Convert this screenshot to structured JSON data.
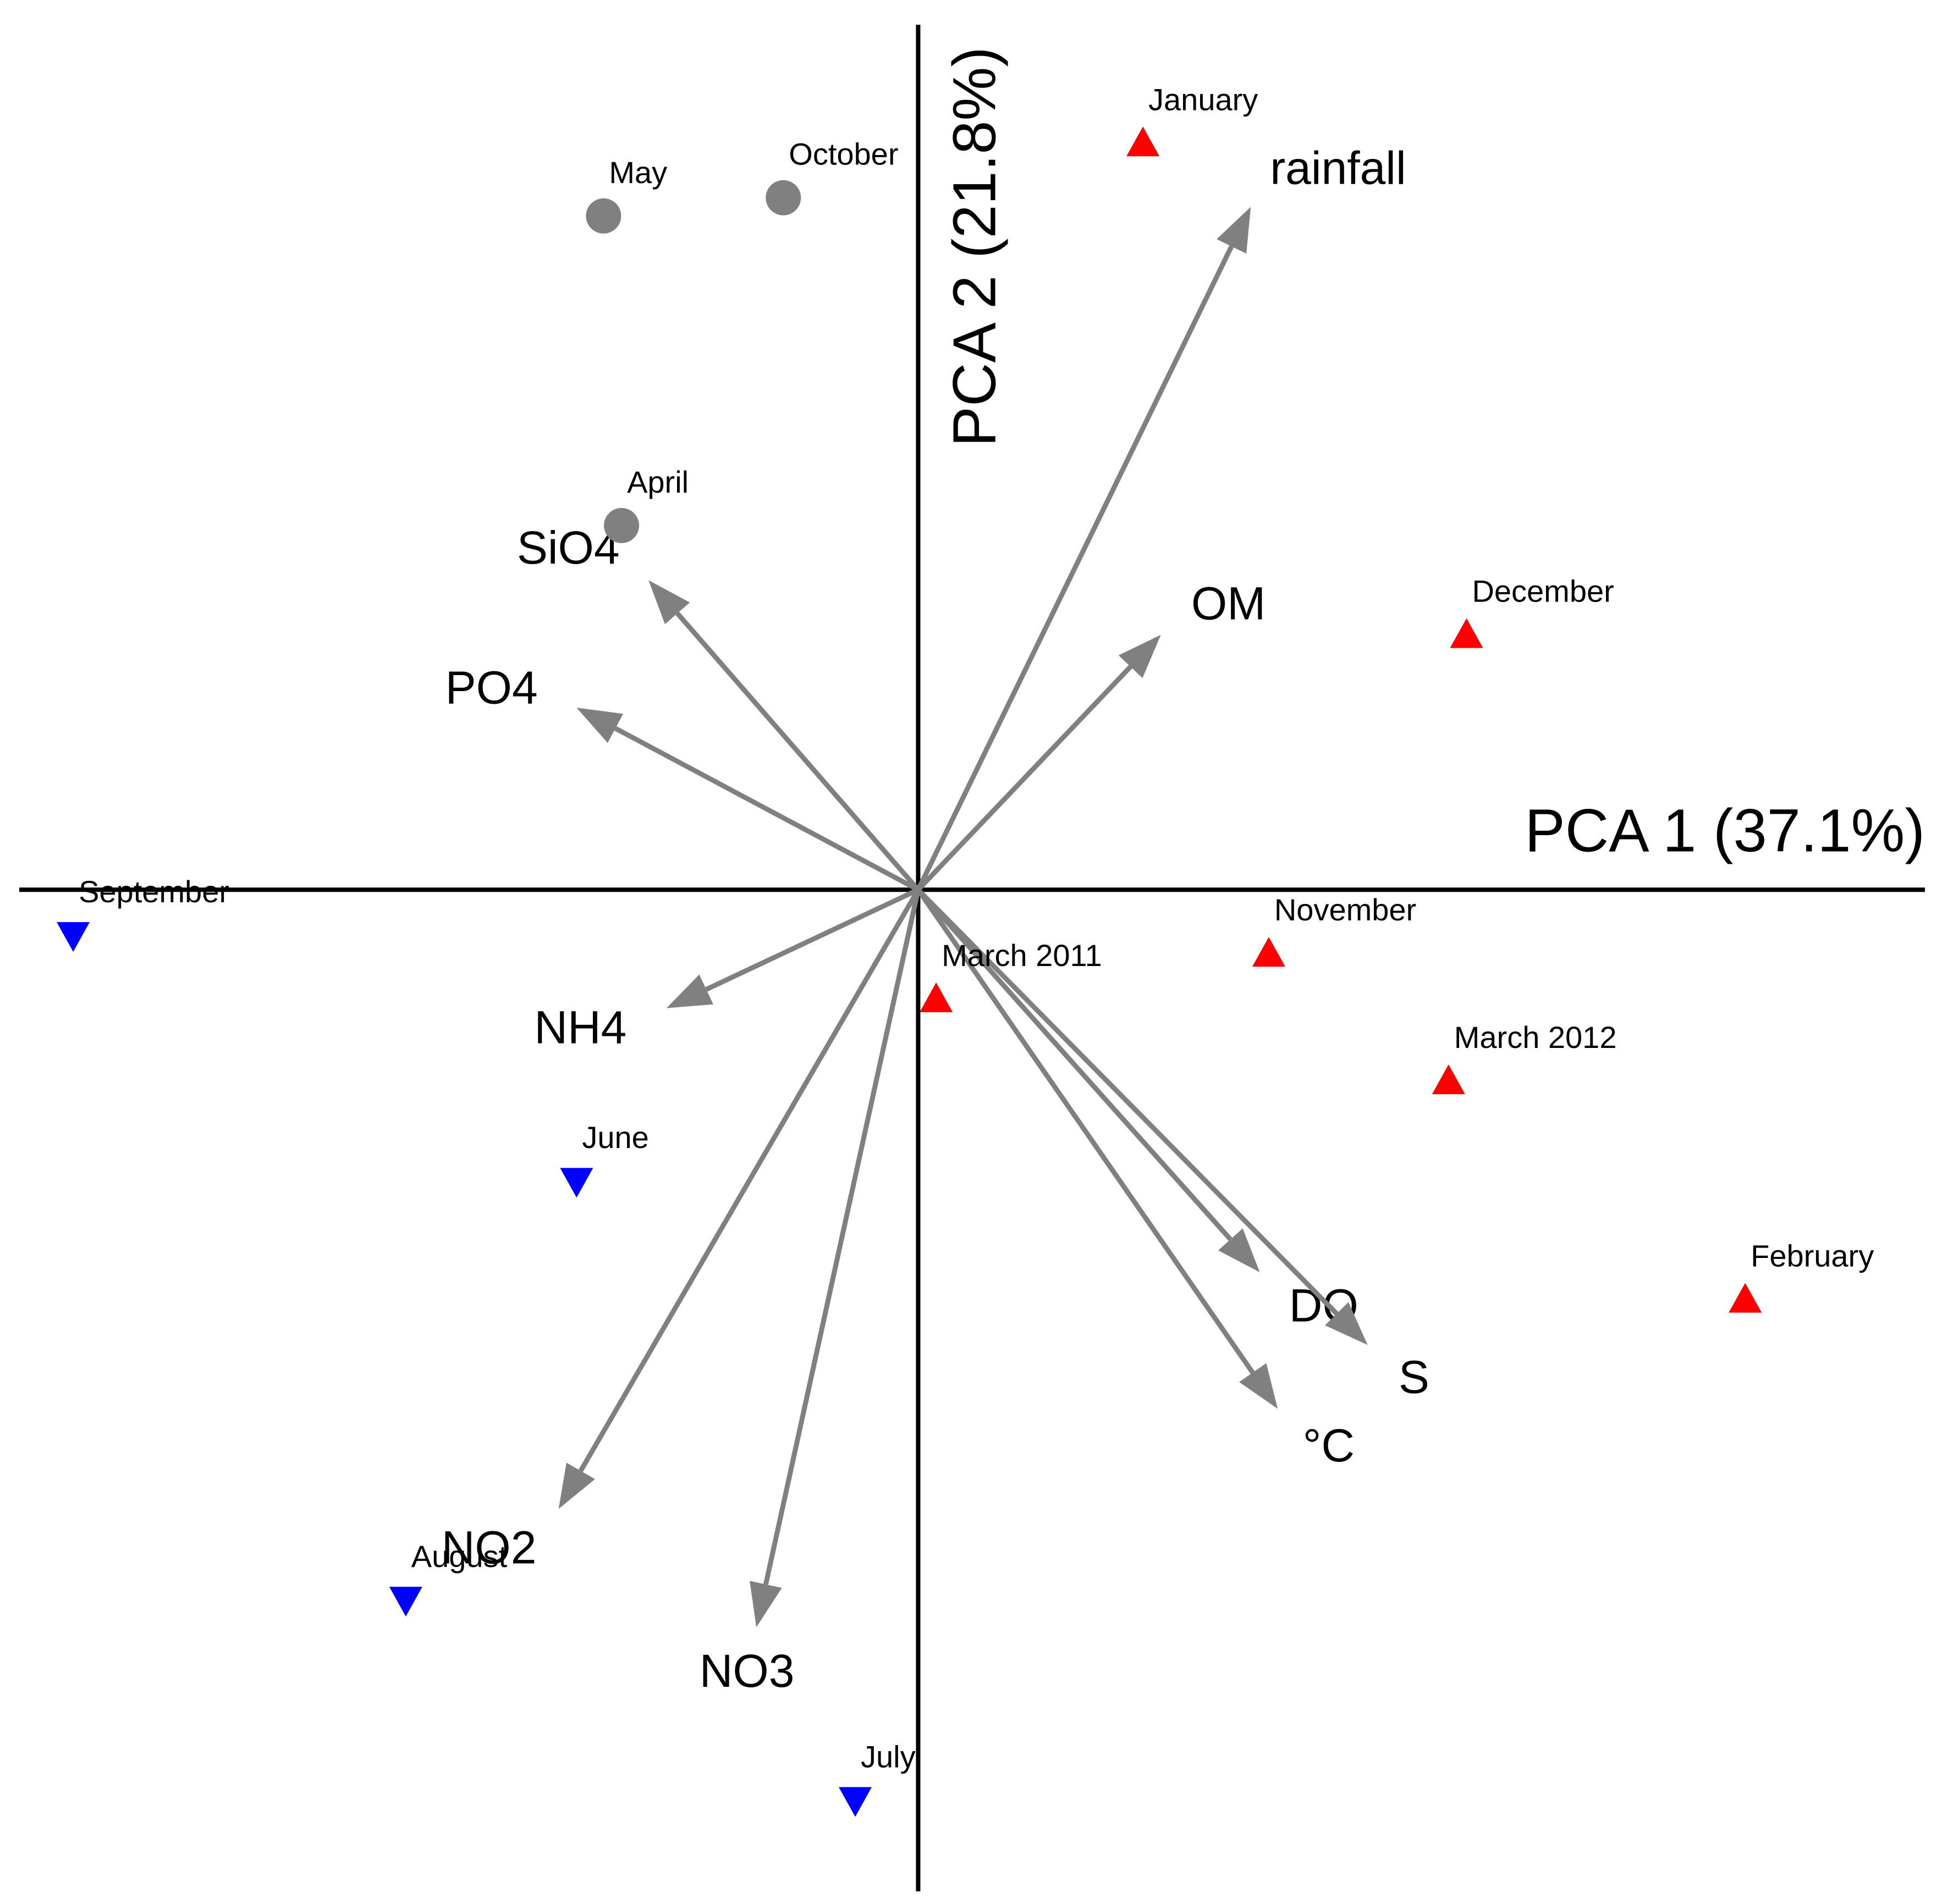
{
  "chart_data": {
    "type": "scatter",
    "subtype": "pca-biplot",
    "xlabel": "PCA 1 (37.1%)",
    "ylabel": "PCA 2 (21.8%)",
    "xlim": [
      -1.0,
      1.12
    ],
    "ylim": [
      -1.1,
      0.95
    ],
    "grid": false,
    "colors": {
      "axes": "#000000",
      "arrows": "#808080",
      "group_grey": "#808080",
      "group_red": "#ff0000",
      "group_blue": "#0000ff"
    },
    "variables": [
      {
        "name": "rainfall",
        "x": 0.37,
        "y": 0.75
      },
      {
        "name": "OM",
        "x": 0.27,
        "y": 0.28
      },
      {
        "name": "SiO4",
        "x": -0.3,
        "y": 0.34
      },
      {
        "name": "PO4",
        "x": -0.38,
        "y": 0.2
      },
      {
        "name": "NH4",
        "x": -0.28,
        "y": -0.13
      },
      {
        "name": "NO2",
        "x": -0.4,
        "y": -0.68
      },
      {
        "name": "NO3",
        "x": -0.18,
        "y": -0.81
      },
      {
        "name": "DO",
        "x": 0.38,
        "y": -0.42
      },
      {
        "name": "S",
        "x": 0.5,
        "y": -0.5
      },
      {
        "name": "°C",
        "x": 0.4,
        "y": -0.57
      }
    ],
    "series": [
      {
        "marker": "circle",
        "color": "#808080",
        "points": [
          {
            "label": "May",
            "x": -0.35,
            "y": 0.74
          },
          {
            "label": "October",
            "x": -0.15,
            "y": 0.76
          },
          {
            "label": "April",
            "x": -0.33,
            "y": 0.4
          }
        ]
      },
      {
        "marker": "triangle-up",
        "color": "#ff0000",
        "points": [
          {
            "label": "January",
            "x": 0.25,
            "y": 0.82
          },
          {
            "label": "December",
            "x": 0.61,
            "y": 0.28
          },
          {
            "label": "March 2011",
            "x": 0.02,
            "y": -0.12
          },
          {
            "label": "November",
            "x": 0.39,
            "y": -0.07
          },
          {
            "label": "March 2012",
            "x": 0.59,
            "y": -0.21
          },
          {
            "label": "February",
            "x": 0.92,
            "y": -0.45
          }
        ]
      },
      {
        "marker": "triangle-down",
        "color": "#0000ff",
        "points": [
          {
            "label": "September",
            "x": -0.94,
            "y": -0.05
          },
          {
            "label": "June",
            "x": -0.38,
            "y": -0.32
          },
          {
            "label": "August",
            "x": -0.57,
            "y": -0.78
          },
          {
            "label": "July",
            "x": -0.07,
            "y": -1.0
          }
        ]
      }
    ]
  }
}
